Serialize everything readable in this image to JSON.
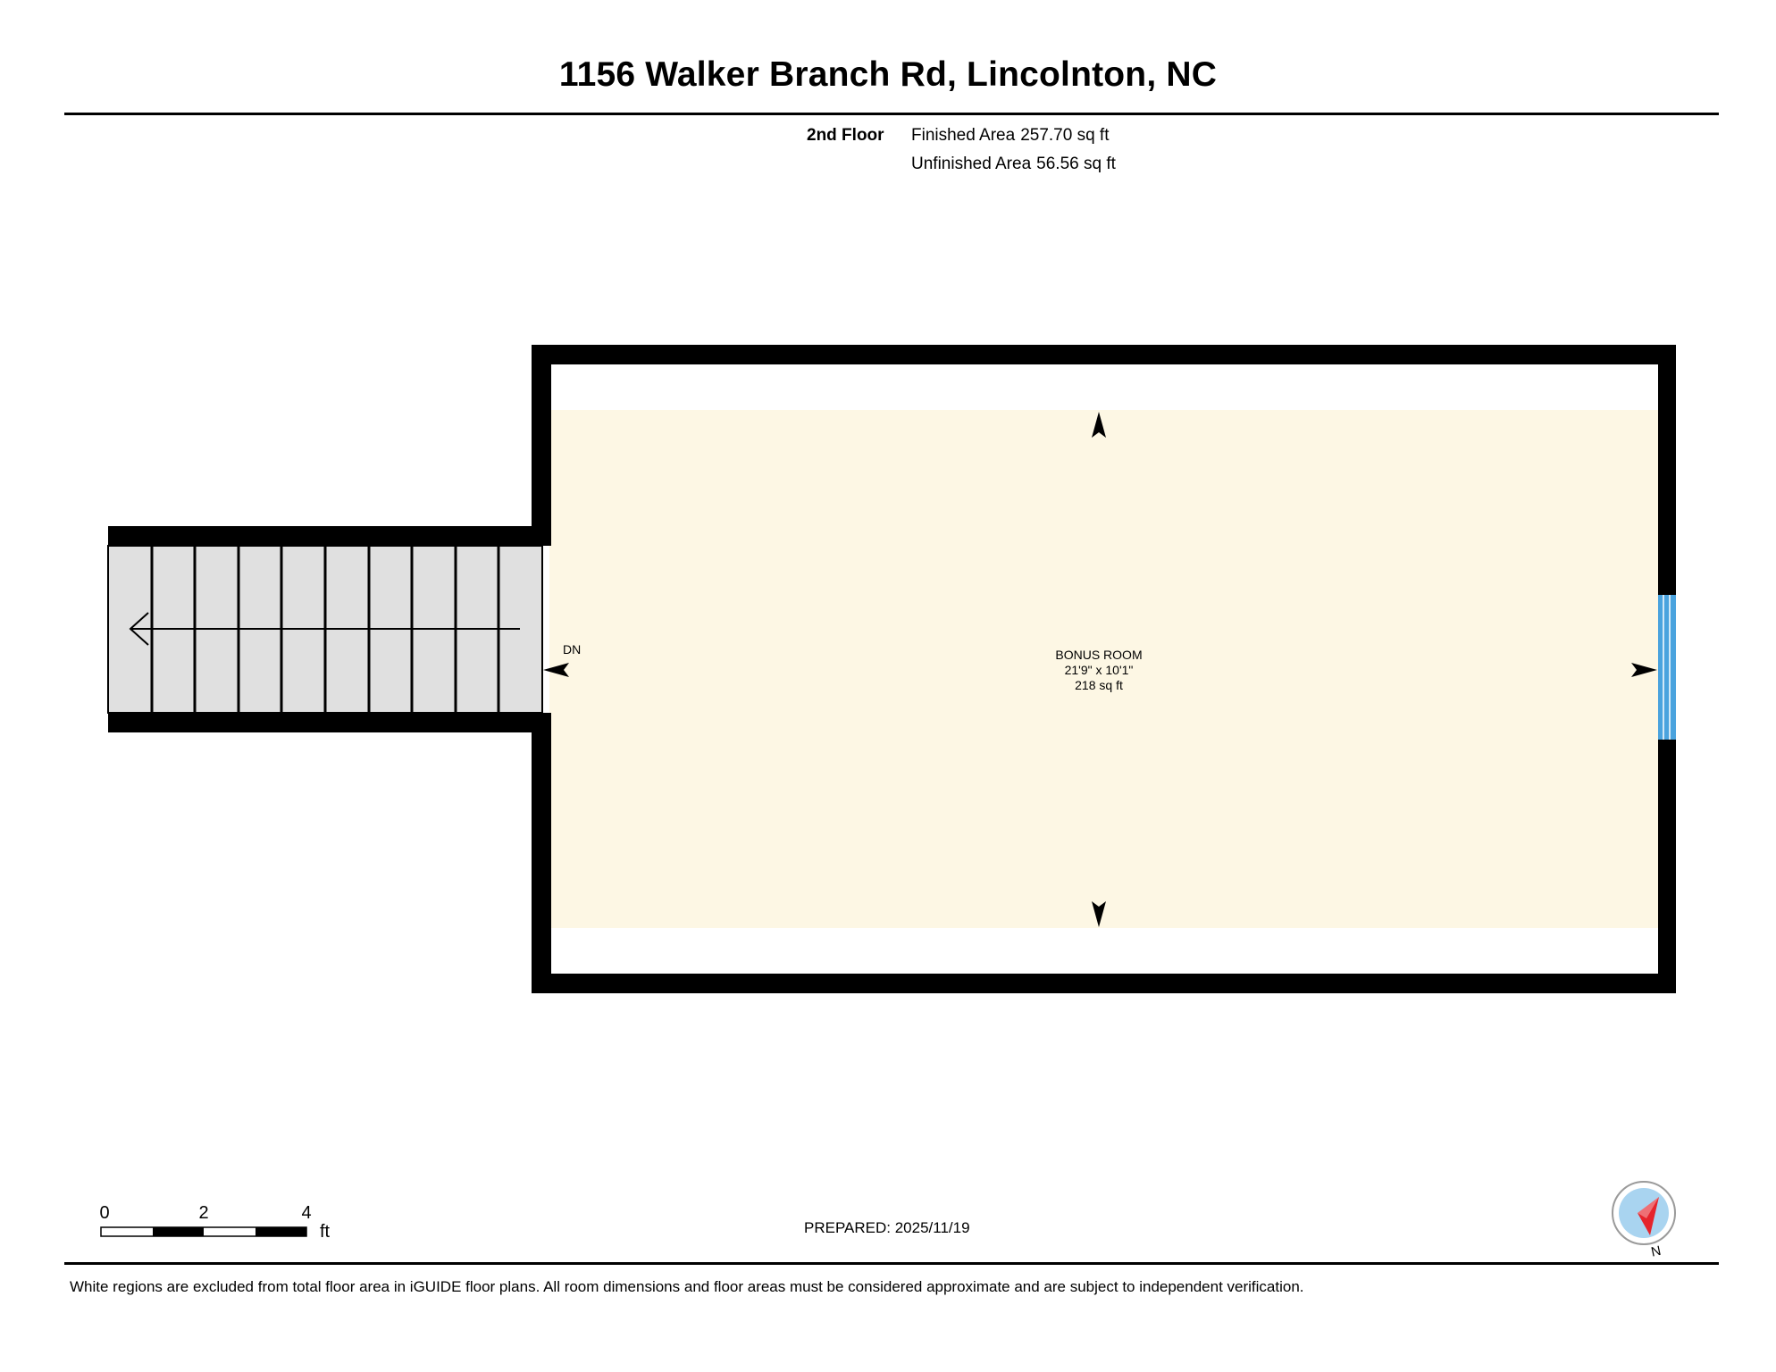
{
  "header": {
    "title": "1156 Walker Branch Rd, Lincolnton, NC",
    "floor_label": "2nd Floor",
    "finished_area_label": "Finished Area",
    "finished_area_value": "257.70 sq ft",
    "unfinished_area_label": "Unfinished Area",
    "unfinished_area_value": "56.56 sq ft"
  },
  "plan": {
    "stair_label": "DN",
    "room": {
      "name": "BONUS ROOM",
      "dimensions": "21'9\" x 10'1\"",
      "area": "218 sq ft"
    },
    "colors": {
      "wall": "#000000",
      "floor_fill": "#fdf7e4",
      "stairs_fill": "#e0e0e0",
      "window": "#4aa3de",
      "compass_ring": "#a9d4f0",
      "compass_needle": "#e5242c"
    }
  },
  "scale": {
    "ticks": [
      "0",
      "2",
      "4"
    ],
    "unit": "ft"
  },
  "compass": {
    "north_label": "N"
  },
  "footer": {
    "prepared": "PREPARED: 2025/11/19",
    "disclaimer": "White regions are excluded from total floor area in iGUIDE floor plans. All room dimensions and floor areas must be considered approximate and are subject to independent verification."
  }
}
